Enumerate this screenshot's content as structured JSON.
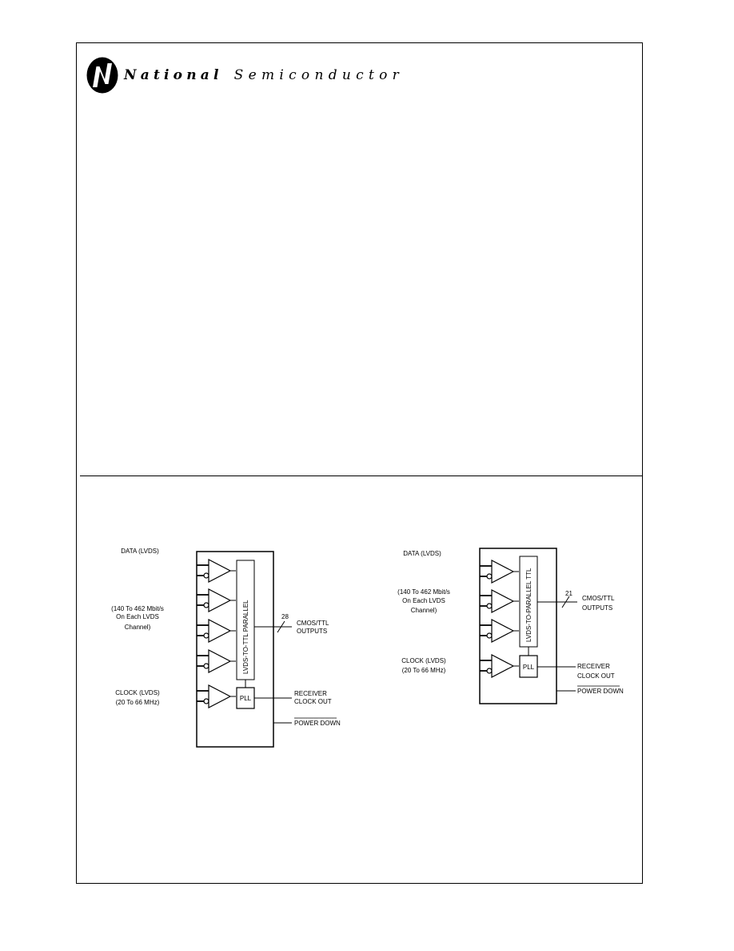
{
  "brand": {
    "word1": "National",
    "word2": "Semiconductor"
  },
  "diagram_left": {
    "data_label": "DATA (LVDS)",
    "rate_label": [
      "(140 To 462 Mbit/s",
      "On Each LVDS",
      "Channel)"
    ],
    "clock_label": [
      "CLOCK (LVDS)",
      "(20 To 66 MHz)"
    ],
    "converter_label": "LVDS-TO-TTL PARALLEL",
    "bus_width": "28",
    "outputs_label": [
      "CMOS/TTL",
      "OUTPUTS"
    ],
    "pll_label": "PLL",
    "clock_out_label": [
      "RECEIVER",
      "CLOCK OUT"
    ],
    "power_down_label": "POWER DOWN"
  },
  "diagram_right": {
    "data_label": "DATA (LVDS)",
    "rate_label": [
      "(140 To 462 Mbit/s",
      "On Each LVDS",
      "Channel)"
    ],
    "clock_label": [
      "CLOCK (LVDS)",
      "(20 To 66 MHz)"
    ],
    "converter_label": "LVDS-TO-PARALLEL TTL",
    "bus_width": "21",
    "outputs_label": [
      "CMOS/TTL",
      "OUTPUTS"
    ],
    "pll_label": "PLL",
    "clock_out_label": [
      "RECEIVER",
      "CLOCK OUT"
    ],
    "power_down_label": "POWER DOWN"
  }
}
